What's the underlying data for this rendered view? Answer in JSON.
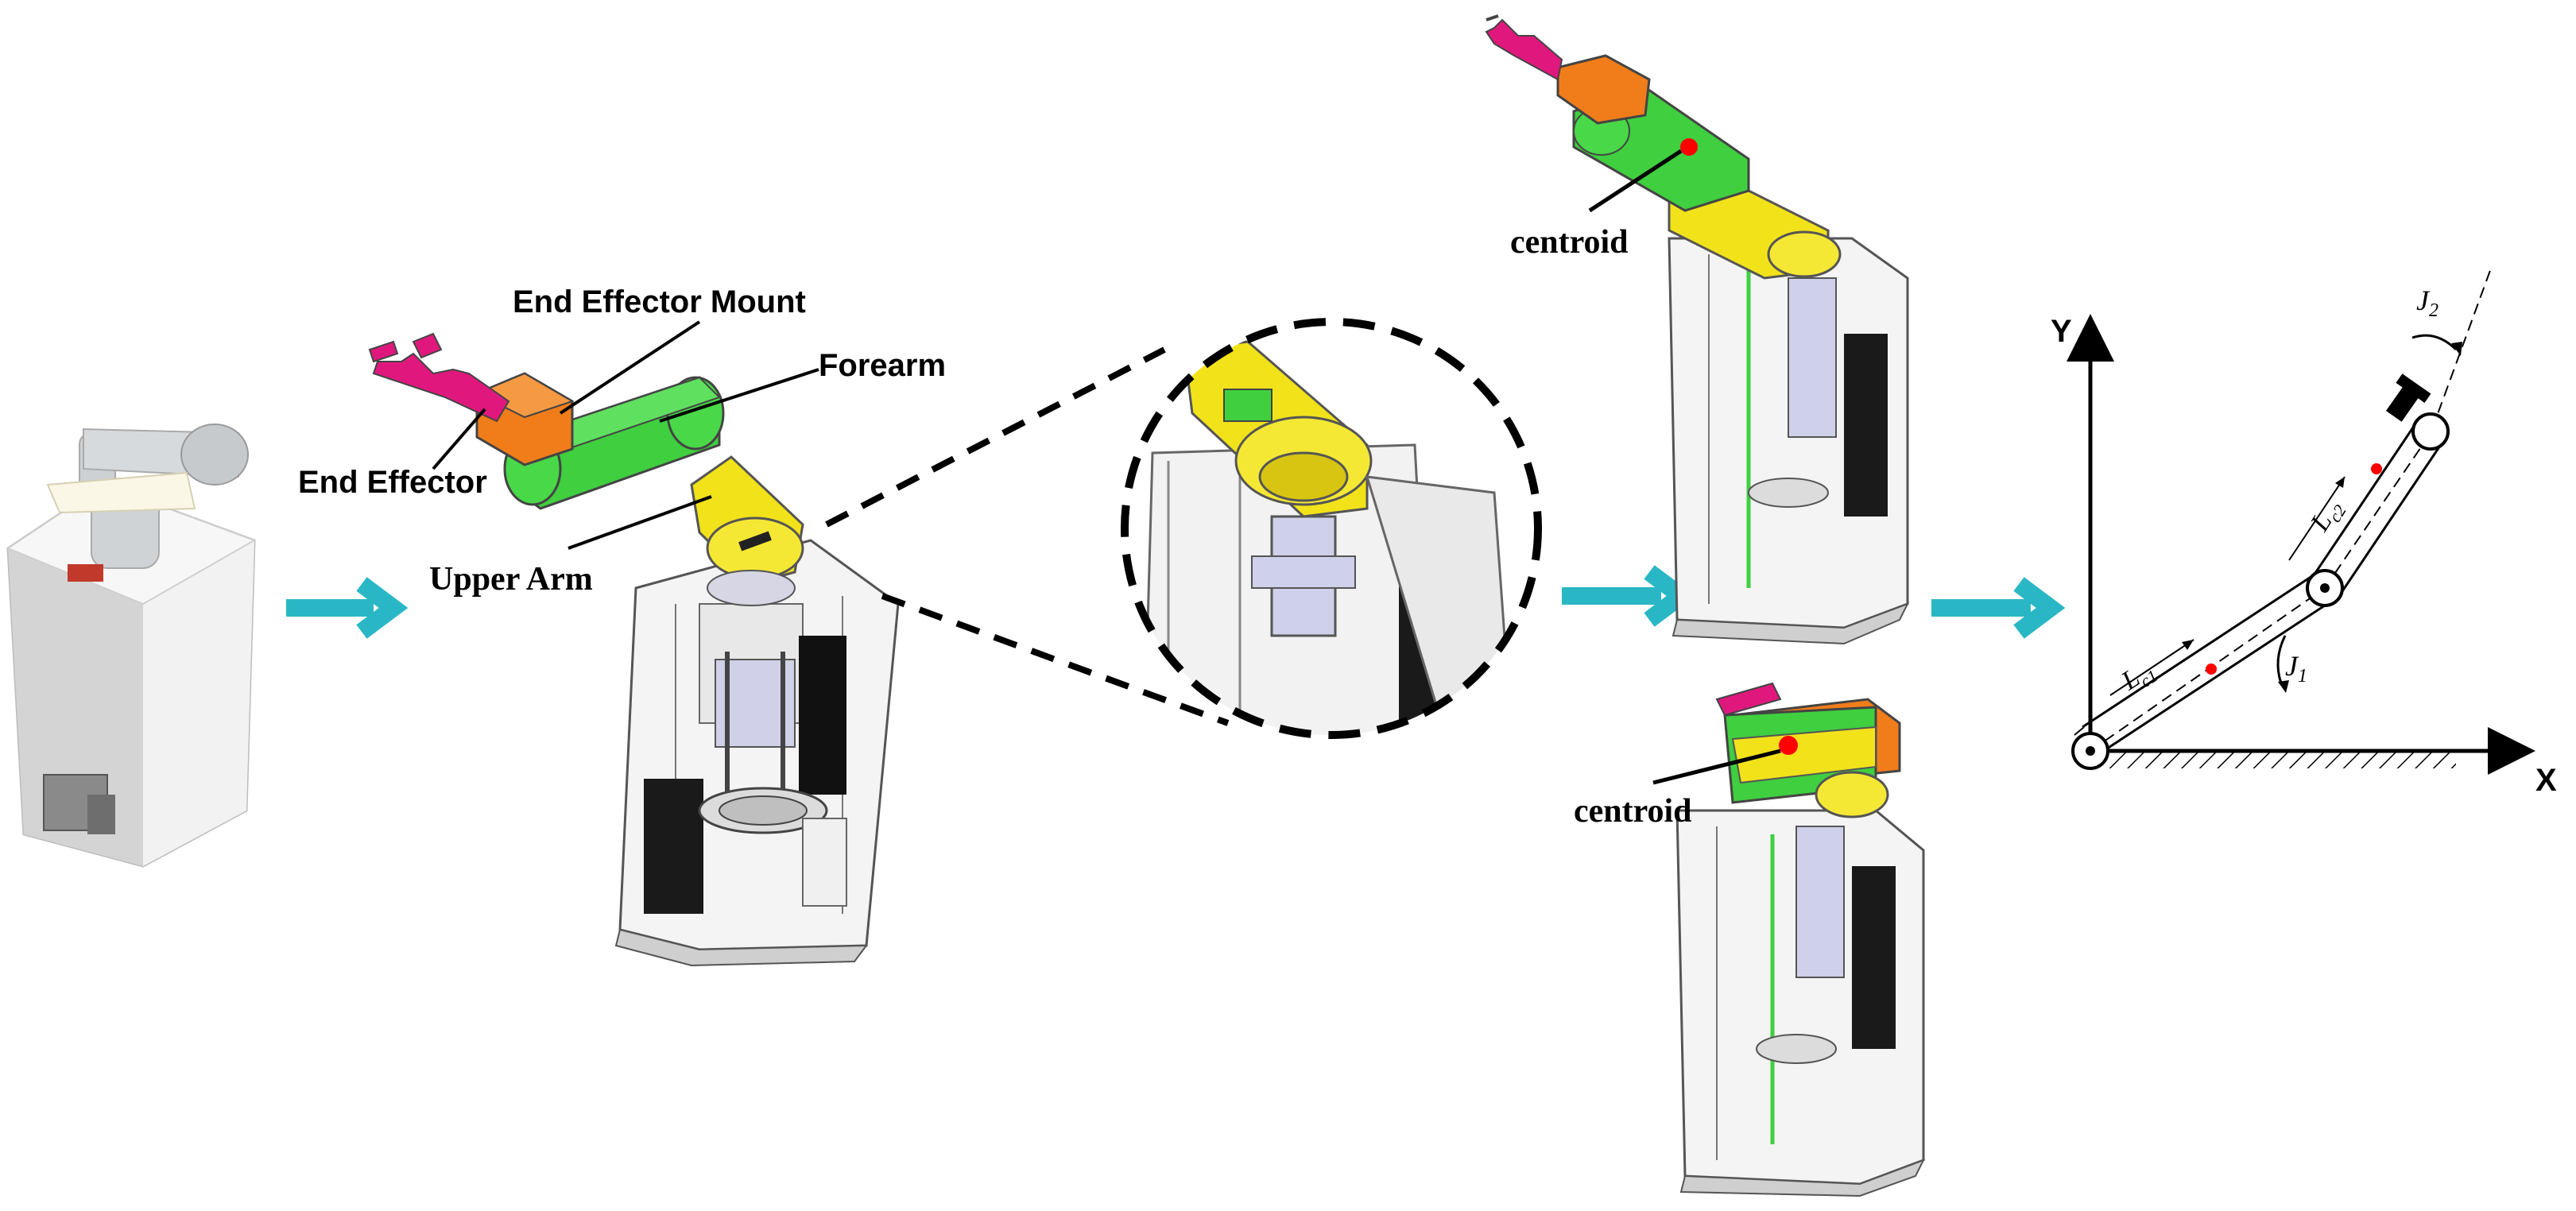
{
  "labels": {
    "end_effector_mount": "End Effector Mount",
    "forearm": "Forearm",
    "end_effector": "End Effector",
    "upper_arm": "Upper Arm",
    "centroid_top": "centroid",
    "centroid_bottom": "centroid"
  },
  "kinematic": {
    "y_axis": "Y",
    "x_axis": "X",
    "j1": "J",
    "j1_sub": "1",
    "j2": "J",
    "j2_sub": "2",
    "lc1": "L",
    "lc1_sub": "c1",
    "lc2": "L",
    "lc2_sub": "c2"
  },
  "colors": {
    "arrow": "#2ab7c5",
    "end_effector": "#e0187e",
    "mount": "#f07d1a",
    "forearm": "#3fcf3f",
    "upper_arm": "#f2e21a",
    "centroid": "#ff0000",
    "frame": "#d8d8d8",
    "motor": "#1a1a1a"
  }
}
